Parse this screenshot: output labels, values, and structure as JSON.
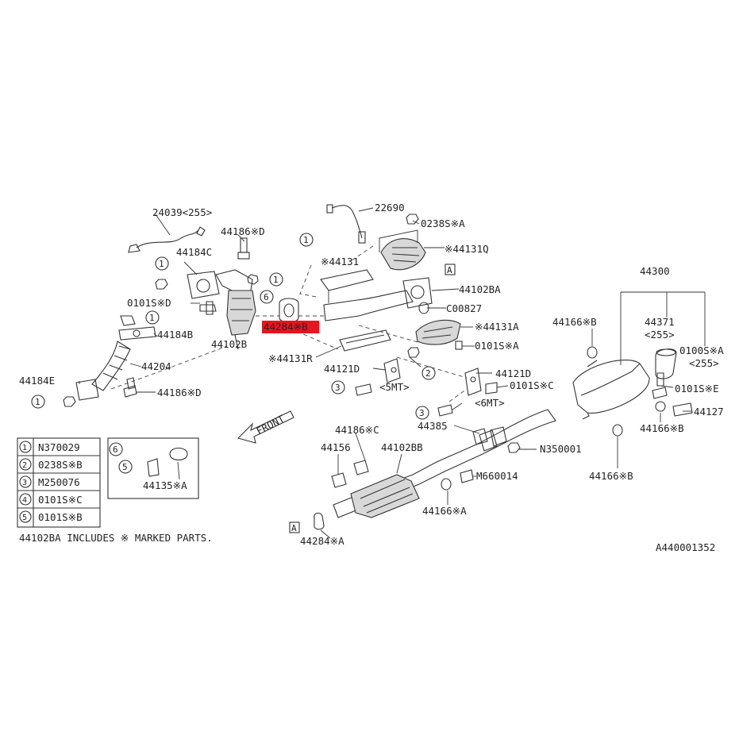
{
  "callouts": {
    "p24039": "24039<255>",
    "p22690": "22690",
    "p0238SA": "0238S※A",
    "p44186D_top": "44186※D",
    "p44184C": "44184C",
    "p44131": "※44131",
    "p44131Q": "※44131Q",
    "p44102BA": "44102BA",
    "p0101SD": "0101S※D",
    "pC00827": "C00827",
    "p44184B": "44184B",
    "p44284B": "44284※B",
    "p44102B": "44102B",
    "p44131A": "※44131A",
    "p0101SA": "0101S※A",
    "p44166B_top": "44166※B",
    "p44300": "44300",
    "p44371": "44371",
    "p255_a": "<255>",
    "p0100SA": "0100S※A",
    "p255_b": "<255>",
    "p44131R": "※44131R",
    "p44204": "44204",
    "p44121D_left": "44121D",
    "p5MT": "<5MT>",
    "p44121D_right": "44121D",
    "p0101SC": "0101S※C",
    "p6MT": "<6MT>",
    "p0101SE": "0101S※E",
    "p44184E": "44184E",
    "p44186D_bottom": "44186※D",
    "p44127": "44127",
    "p44166B_right": "44166※B",
    "p44385": "44385",
    "p44186C": "44186※C",
    "p44156": "44156",
    "p44102BB": "44102BB",
    "pN350001": "N350001",
    "pM660014": "M660014",
    "p44166B_bottom": "44166※B",
    "p44166A": "44166※A",
    "p44135A": "44135※A",
    "p44284A": "44284※A",
    "front": "FRONT"
  },
  "markers": {
    "c1": "1",
    "c2": "2",
    "c3": "3",
    "c5": "5",
    "c6": "6",
    "boxA": "A"
  },
  "legend": [
    {
      "num": "1",
      "code": "N370029"
    },
    {
      "num": "2",
      "code": "0238S※B"
    },
    {
      "num": "3",
      "code": "M250076"
    },
    {
      "num": "4",
      "code": "0101S※C"
    },
    {
      "num": "5",
      "code": "0101S※B"
    }
  ],
  "footer": {
    "note": "44102BA INCLUDES ※ MARKED PARTS.",
    "diagram_id": "A440001352"
  },
  "colors": {
    "line": "#333333",
    "text": "#222222",
    "highlight": "#e8141e"
  }
}
